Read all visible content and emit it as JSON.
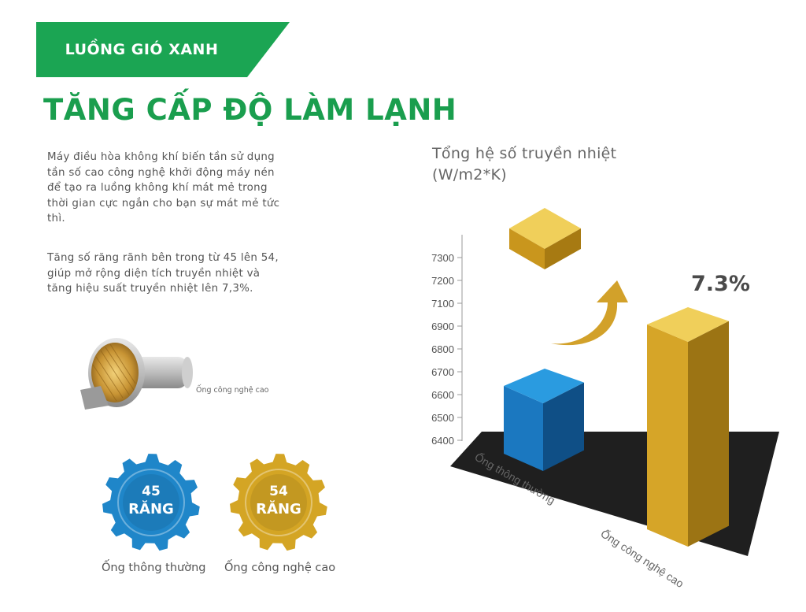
{
  "banner": {
    "label": "LUỒNG GIÓ XANH",
    "color": "#1ba553"
  },
  "headline": "TĂNG CẤP ĐỘ LÀM LẠNH",
  "paragraphs": [
    "Máy điều hòa không khí biến tần sử dụng tần số cao công nghệ khởi động máy nén để tạo ra luồng không khí mát mẻ trong thời gian cực ngắn cho bạn sự mát mẻ tức thì.",
    "Tăng số răng rãnh bên trong từ 45 lên 54, giúp mở rộng diện tích truyền nhiệt và tăng hiệu suất truyền nhiệt lên 7,3%."
  ],
  "tube_caption": "Ống công nghệ cao",
  "gears": [
    {
      "number": "45",
      "word": "RĂNG",
      "caption": "Ống thông thường",
      "color": "#1f86c9"
    },
    {
      "number": "54",
      "word": "RĂNG",
      "caption": "Ống công nghệ cao",
      "color": "#d4a524"
    }
  ],
  "chart_data": {
    "type": "bar",
    "title": "Tổng hệ số truyền nhiệt (W/m2*K)",
    "categories": [
      "Ống thông thường",
      "Ống công nghệ cao"
    ],
    "values": [
      6650,
      7150
    ],
    "yticks": [
      6400,
      6500,
      6600,
      6700,
      6800,
      6900,
      7100,
      7200,
      7300
    ],
    "ylim": [
      6400,
      7300
    ],
    "annotation": "7.3%",
    "colors": {
      "blue": "#1d7fc4",
      "gold": "#d7a92a",
      "floor": "#1f1f1f"
    }
  }
}
